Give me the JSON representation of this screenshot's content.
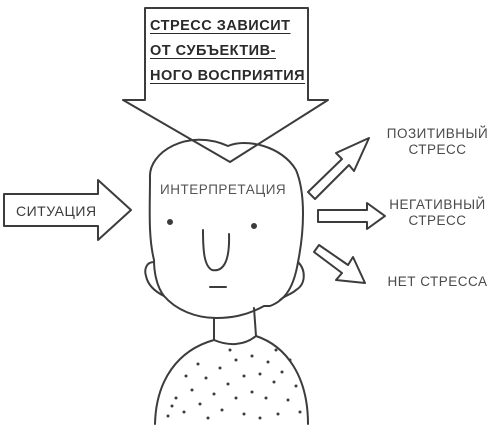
{
  "diagram": {
    "top_arrow": {
      "lines": [
        "СТРЕСС ЗАВИСИТ",
        "ОТ СУБЪЕКТИВ-",
        "НОГО ВОСПРИЯТИЯ"
      ]
    },
    "input_arrow_label": "СИТУАЦИЯ",
    "head_label": "ИНТЕРПРЕТАЦИЯ",
    "outcomes": [
      {
        "lines": [
          "ПОЗИТИВНЫЙ",
          "СТРЕСС"
        ]
      },
      {
        "lines": [
          "НЕГАТИВНЫЙ",
          "СТРЕСС"
        ]
      },
      {
        "lines": [
          "НЕТ СТРЕССА"
        ]
      }
    ]
  },
  "colors": {
    "line": "#3c3c3c",
    "text": "#4a4a4a",
    "background": "#ffffff"
  }
}
